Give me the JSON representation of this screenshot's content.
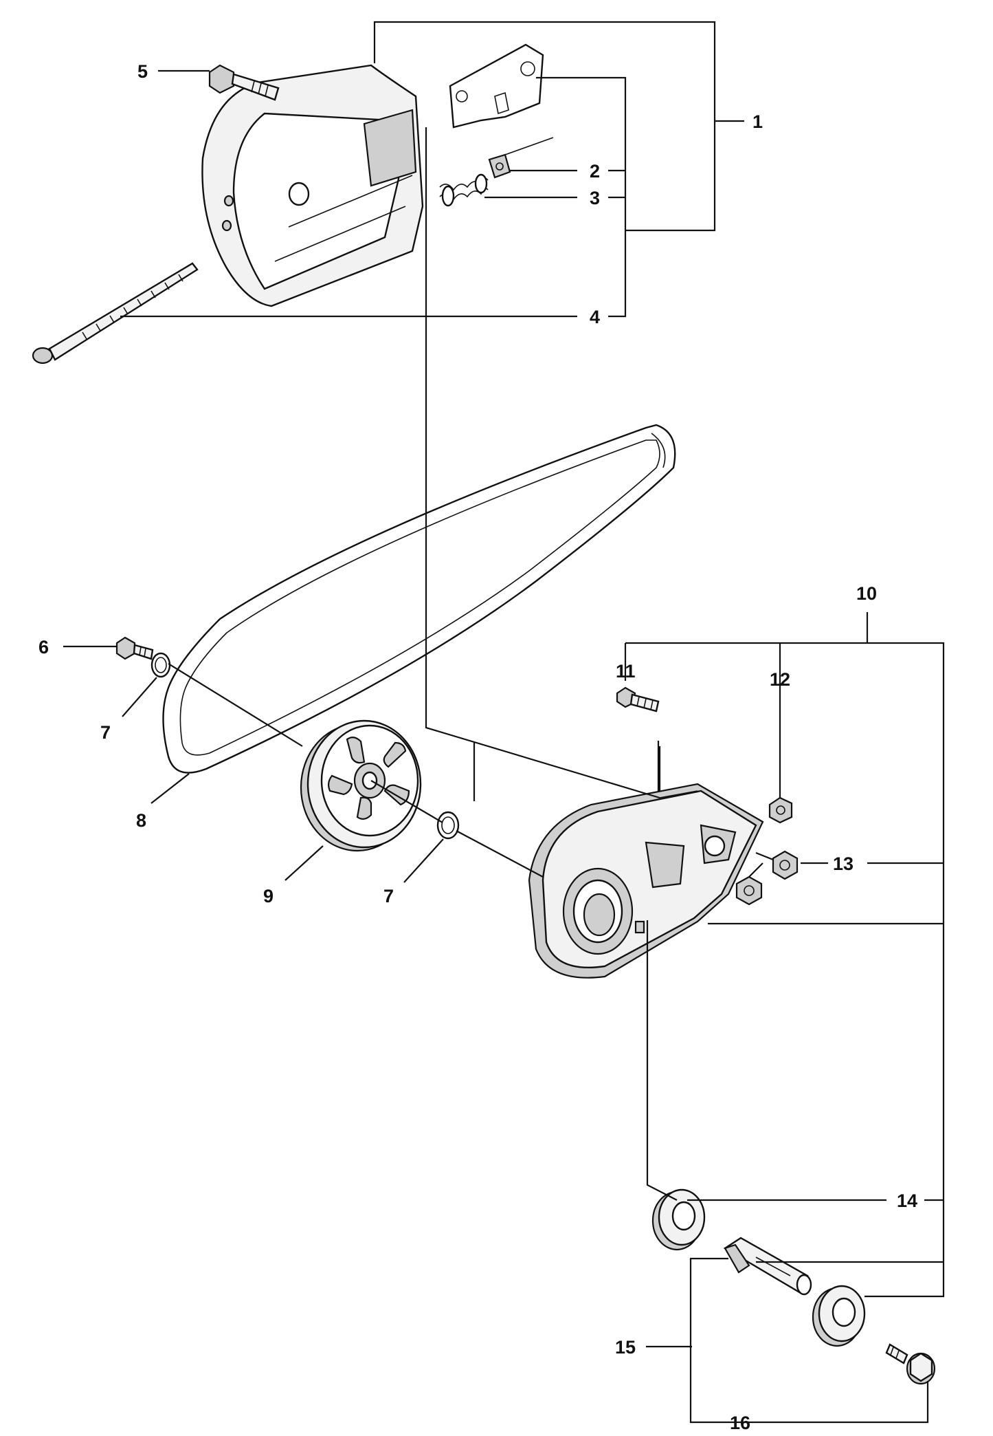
{
  "diagram": {
    "callouts": [
      {
        "id": "1",
        "text": "1"
      },
      {
        "id": "2",
        "text": "2"
      },
      {
        "id": "3",
        "text": "3"
      },
      {
        "id": "4",
        "text": "4"
      },
      {
        "id": "5",
        "text": "5"
      },
      {
        "id": "6",
        "text": "6"
      },
      {
        "id": "7a",
        "text": "7"
      },
      {
        "id": "7b",
        "text": "7"
      },
      {
        "id": "8",
        "text": "8"
      },
      {
        "id": "9",
        "text": "9"
      },
      {
        "id": "10",
        "text": "10"
      },
      {
        "id": "11",
        "text": "11"
      },
      {
        "id": "12",
        "text": "12"
      },
      {
        "id": "13",
        "text": "13"
      },
      {
        "id": "14",
        "text": "14"
      },
      {
        "id": "15",
        "text": "15"
      },
      {
        "id": "16",
        "text": "16"
      }
    ]
  }
}
